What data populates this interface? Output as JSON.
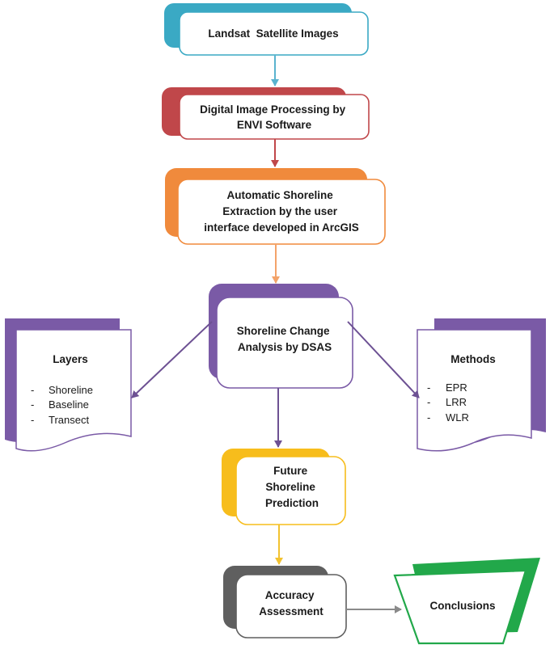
{
  "colors": {
    "landsat": "#3aa9c4",
    "processing": "#c0474a",
    "extraction": "#f08a3c",
    "analysis": "#7a5aa6",
    "layers": "#7a5aa6",
    "methods": "#7a5aa6",
    "prediction": "#f7bd1c",
    "accuracy": "#5f5f5f",
    "conclusions": "#22a84a",
    "arrow_landsat": "#5ab3cf",
    "arrow_processing": "#c0474a",
    "arrow_extraction": "#f3a36a",
    "arrow_analysis": "#6d5193",
    "arrow_prediction": "#f2c230",
    "arrow_accuracy": "#8a8a8a"
  },
  "nodes": {
    "landsat": {
      "lines": [
        "Landsat  Satellite Images"
      ]
    },
    "processing": {
      "lines": [
        "Digital Image Processing by",
        "ENVI Software"
      ]
    },
    "extraction": {
      "lines": [
        "Automatic Shoreline",
        "Extraction by the user",
        "interface developed in ArcGIS"
      ]
    },
    "analysis": {
      "lines": [
        "Shoreline Change",
        "Analysis by DSAS"
      ]
    },
    "layers": {
      "title": "Layers",
      "items": [
        "Shoreline",
        "Baseline",
        "Transect"
      ]
    },
    "methods": {
      "title": "Methods",
      "items": [
        "EPR",
        "LRR",
        "WLR"
      ]
    },
    "prediction": {
      "lines": [
        "Future",
        "Shoreline",
        "Prediction"
      ]
    },
    "accuracy": {
      "lines": [
        "Accuracy",
        "Assessment"
      ]
    },
    "conclusions": {
      "lines": [
        "Conclusions"
      ]
    }
  },
  "bullet": "-"
}
